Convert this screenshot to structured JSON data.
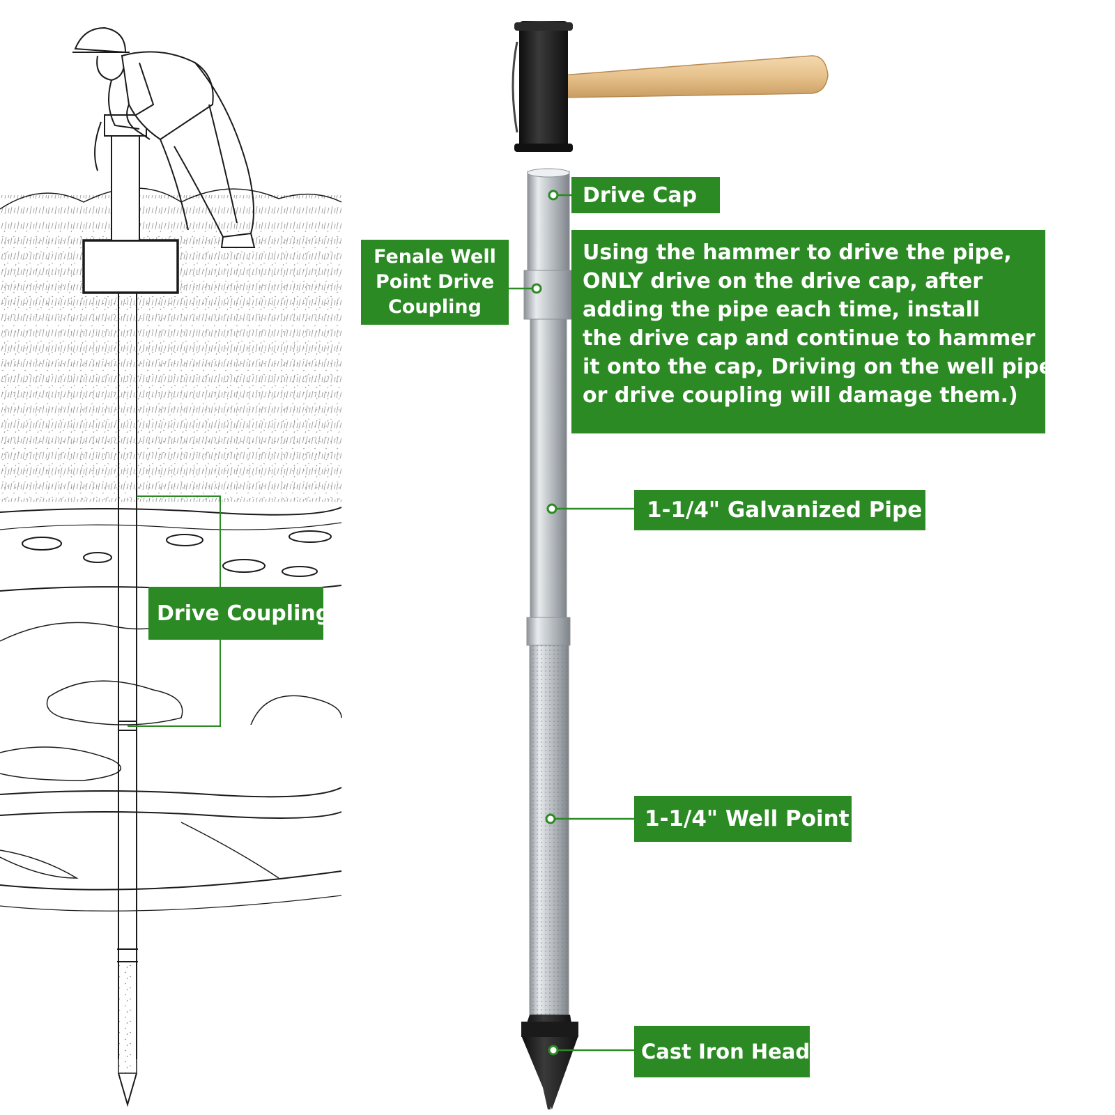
{
  "labels": {
    "drive_cap": "Drive Cap",
    "female_coupling": "Fenale Well\nPoint Drive\nCoupling",
    "instruction": "Using the hammer to drive the pipe,\nONLY drive on the drive cap, after\nadding the pipe each time, install\nthe drive cap and continue to hammer\nit onto the cap, Driving on the well pipe\nor drive coupling will damage them.)",
    "galvanized_pipe": "1-1/4\" Galvanized Pipe",
    "drive_coupling": "Drive Coupling",
    "well_point": "1-1/4\" Well Point",
    "cast_iron_heads": "Cast Iron Heads"
  },
  "colors": {
    "label_green": "#2b8a23",
    "label_text": "#ffffff",
    "sketch_line": "#1a1a1a",
    "hammer_head": "#1c1c1c",
    "hammer_handle": "#e9c48e",
    "pipe_silver": "#c9cdd1",
    "cast_iron": "#2a2a2a"
  },
  "icons": {
    "callout_dot": "circle-marker-icon",
    "hammer": "sledgehammer-icon",
    "worker": "construction-worker-icon"
  }
}
